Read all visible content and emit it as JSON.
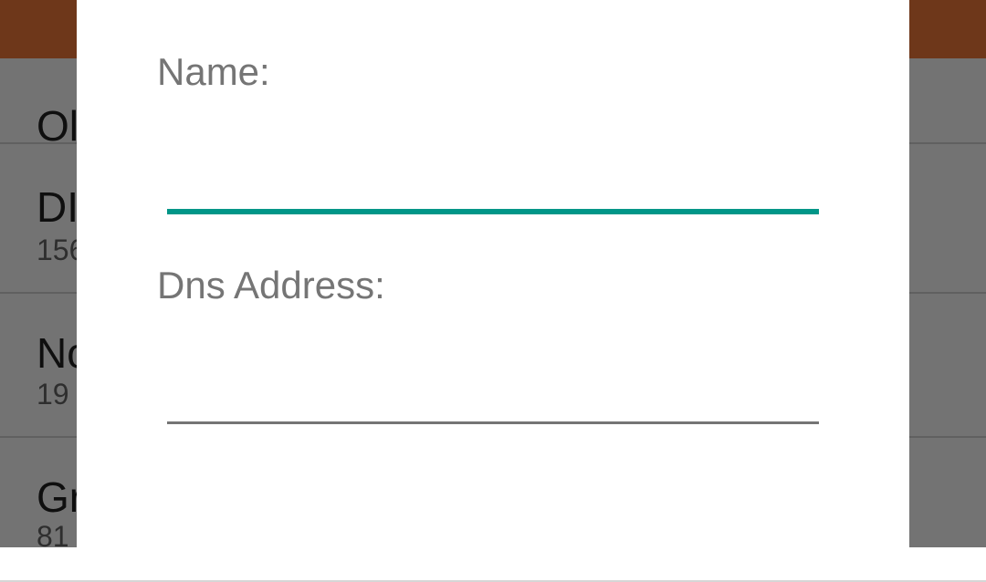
{
  "colors": {
    "app_bar": "#f37a3b",
    "accent": "#009688",
    "underline_inactive": "#757575"
  },
  "background_list": {
    "items": [
      {
        "title": "Ol",
        "subtitle": "208"
      },
      {
        "title": "DI",
        "subtitle": "156"
      },
      {
        "title": "No",
        "subtitle": "19"
      },
      {
        "title": "Gr",
        "subtitle": "81"
      }
    ]
  },
  "dialog": {
    "name_label": "Name:",
    "name_value": "",
    "dns_label": "Dns Address:",
    "dns_value": ""
  }
}
